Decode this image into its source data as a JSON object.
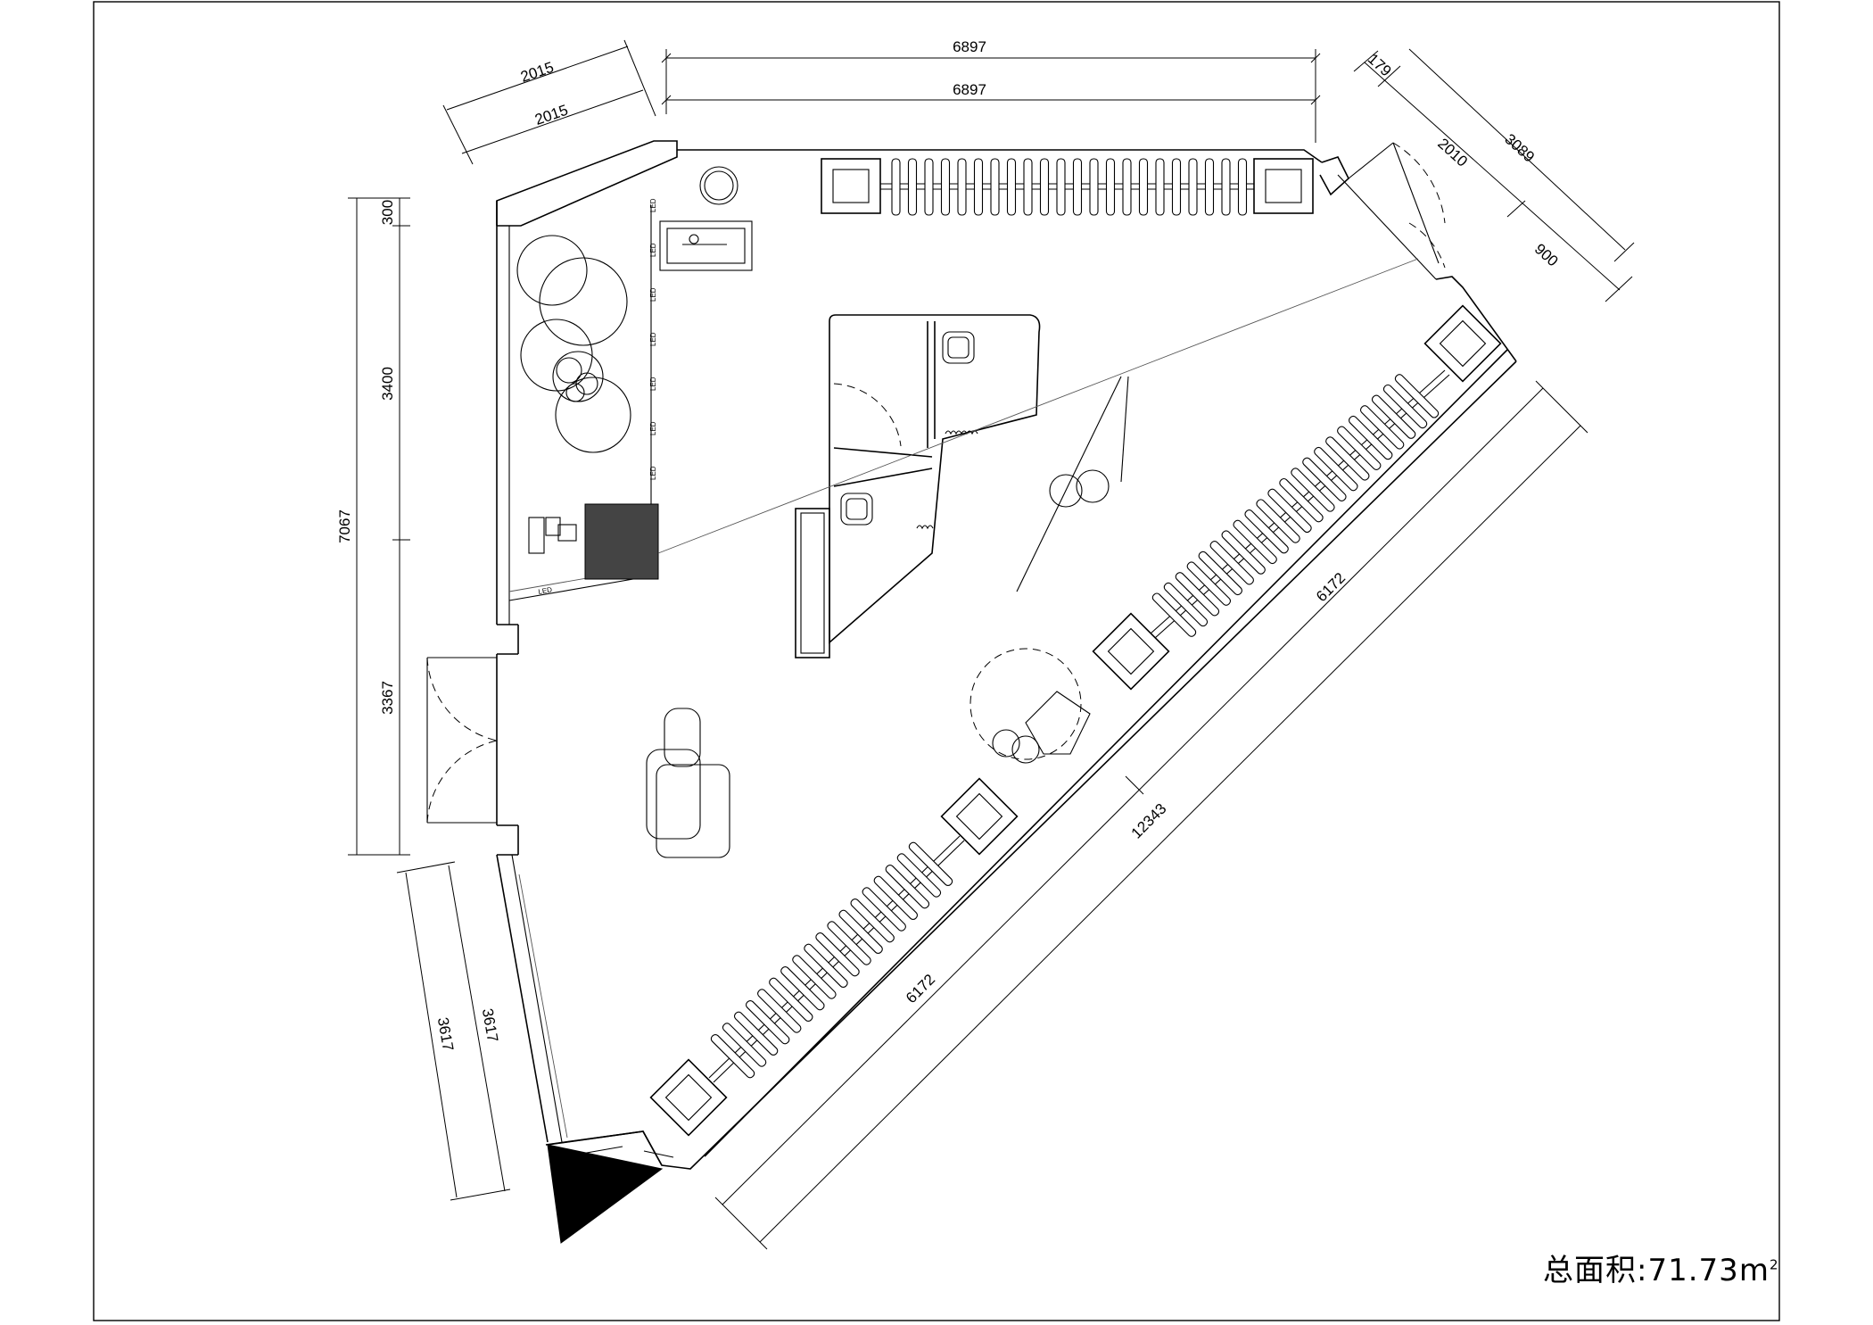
{
  "drawing": {
    "total_area": {
      "label": "总面积:",
      "value": "71.73",
      "unit": "m",
      "unit_sup": "2"
    },
    "led_label": "LED",
    "dimensions": {
      "top_left_outer": "2015",
      "top_left_inner": "2015",
      "top_outer": "6897",
      "top_inner": "6897",
      "top_right_small": "179",
      "top_right_door": "2010",
      "top_right_total": "3089",
      "top_right_bottom": "900",
      "left_total": "7067",
      "left_top": "300",
      "left_middle": "3400",
      "left_bottom": "3367",
      "bottom_left_outer": "3617",
      "bottom_left_inner": "3617",
      "right_total": "12343",
      "right_upper": "6172",
      "right_lower": "6172"
    }
  }
}
